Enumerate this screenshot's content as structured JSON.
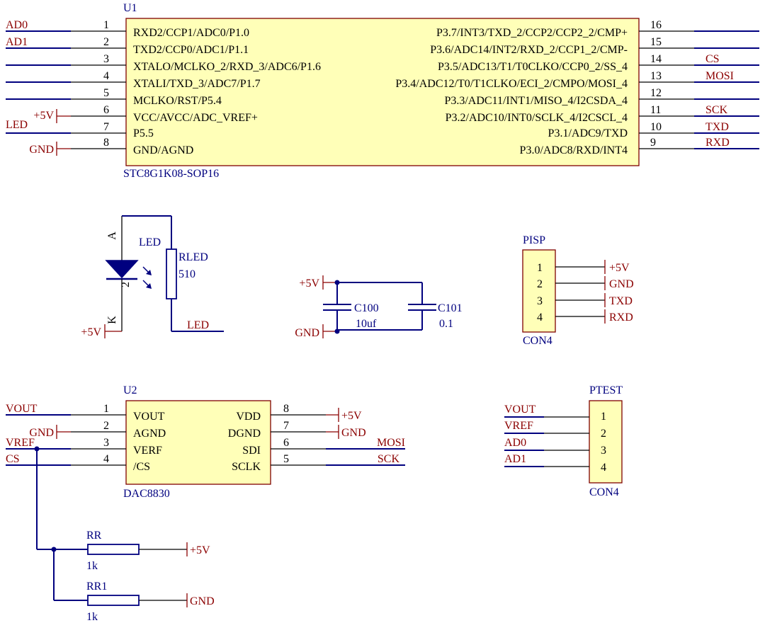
{
  "u1": {
    "designator": "U1",
    "part": "STC8G1K08-SOP16",
    "left_pins": [
      {
        "num": "1",
        "name": "RXD2/CCP1/ADC0/P1.0",
        "net": "AD0"
      },
      {
        "num": "2",
        "name": "TXD2/CCP0/ADC1/P1.1",
        "net": "AD1"
      },
      {
        "num": "3",
        "name": "XTALO/MCLKO_2/RXD_3/ADC6/P1.6",
        "net": ""
      },
      {
        "num": "4",
        "name": "XTALI/TXD_3/ADC7/P1.7",
        "net": ""
      },
      {
        "num": "5",
        "name": "MCLKO/RST/P5.4",
        "net": ""
      },
      {
        "num": "6",
        "name": "VCC/AVCC/ADC_VREF+",
        "net": "+5V"
      },
      {
        "num": "7",
        "name": "P5.5",
        "net": "LED"
      },
      {
        "num": "8",
        "name": "GND/AGND",
        "net": "GND"
      }
    ],
    "right_pins": [
      {
        "num": "16",
        "name": "P3.7/INT3/TXD_2/CCP2/CCP2_2/CMP+",
        "net": ""
      },
      {
        "num": "15",
        "name": "P3.6/ADC14/INT2/RXD_2/CCP1_2/CMP-",
        "net": ""
      },
      {
        "num": "14",
        "name": "P3.5/ADC13/T1/T0CLKO/CCP0_2/SS_4",
        "net": "CS"
      },
      {
        "num": "13",
        "name": "P3.4/ADC12/T0/T1CLKO/ECI_2/CMPO/MOSI_4",
        "net": "MOSI"
      },
      {
        "num": "12",
        "name": "P3.3/ADC11/INT1/MISO_4/I2CSDA_4",
        "net": ""
      },
      {
        "num": "11",
        "name": "P3.2/ADC10/INT0/SCLK_4/I2CSCL_4",
        "net": "SCK"
      },
      {
        "num": "10",
        "name": "P3.1/ADC9/TXD",
        "net": "TXD"
      },
      {
        "num": "9",
        "name": "P3.0/ADC8/RXD/INT4",
        "net": "RXD"
      }
    ]
  },
  "led": {
    "pin_a": "A",
    "pin_k": "K",
    "pin_num": "2",
    "label": "LED",
    "power": "+5V"
  },
  "rled": {
    "designator": "RLED",
    "value": "510",
    "net": "LED"
  },
  "caps": {
    "c100": {
      "designator": "C100",
      "value": "10uf"
    },
    "c101": {
      "designator": "C101",
      "value": "0.1"
    },
    "power": "+5V",
    "ground": "GND"
  },
  "pisp": {
    "designator": "PISP",
    "part": "CON4",
    "pins": [
      {
        "num": "1",
        "net": "+5V"
      },
      {
        "num": "2",
        "net": "GND"
      },
      {
        "num": "3",
        "net": "TXD"
      },
      {
        "num": "4",
        "net": "RXD"
      }
    ]
  },
  "u2": {
    "designator": "U2",
    "part": "DAC8830",
    "left_pins": [
      {
        "num": "1",
        "name": "VOUT",
        "net": "VOUT"
      },
      {
        "num": "2",
        "name": "AGND",
        "net": "GND"
      },
      {
        "num": "3",
        "name": "VERF",
        "net": "VREF"
      },
      {
        "num": "4",
        "name": "/CS",
        "net": "CS"
      }
    ],
    "right_pins": [
      {
        "num": "8",
        "name": "VDD",
        "net": "+5V"
      },
      {
        "num": "7",
        "name": "DGND",
        "net": "GND"
      },
      {
        "num": "6",
        "name": "SDI",
        "net": "MOSI"
      },
      {
        "num": "5",
        "name": "SCLK",
        "net": "SCK"
      }
    ]
  },
  "ptest": {
    "designator": "PTEST",
    "part": "CON4",
    "pins": [
      {
        "num": "1",
        "net": "VOUT"
      },
      {
        "num": "2",
        "net": "VREF"
      },
      {
        "num": "3",
        "net": "AD0"
      },
      {
        "num": "4",
        "net": "AD1"
      }
    ]
  },
  "rr": {
    "designator": "RR",
    "value": "1k",
    "net": "+5V"
  },
  "rr1": {
    "designator": "RR1",
    "value": "1k",
    "net": "GND"
  },
  "colors": {
    "wire": "#00007f",
    "net_label": "#8b0000",
    "body_fill": "#ffffb8",
    "body_border": "#7f0000",
    "designator": "#00007f"
  }
}
